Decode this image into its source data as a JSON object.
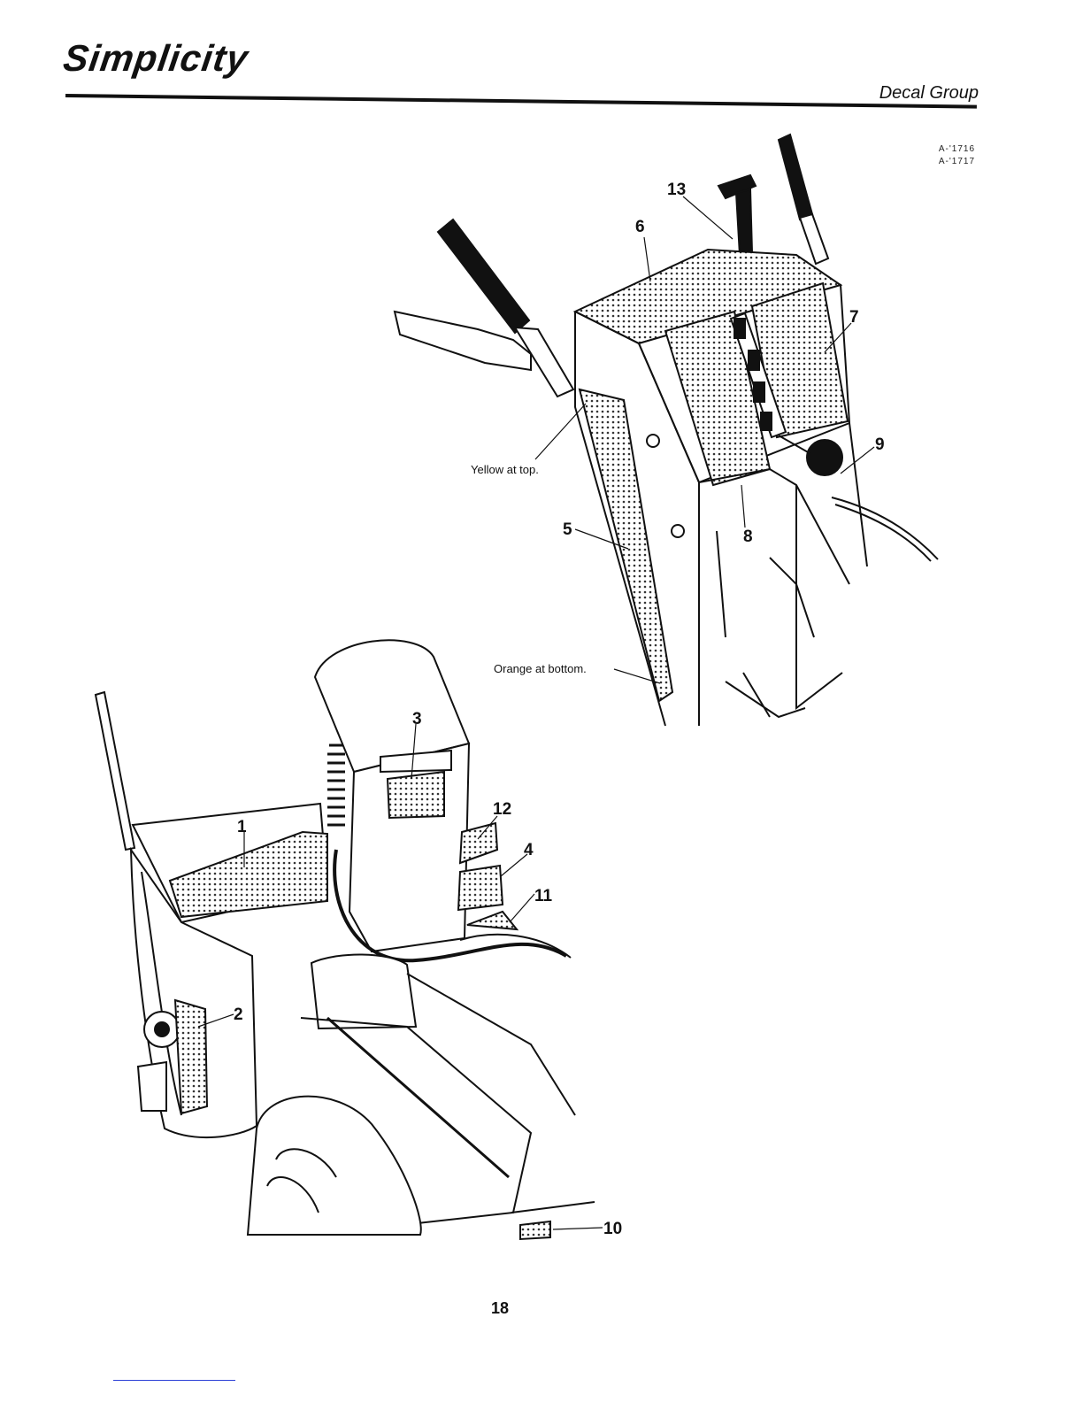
{
  "header": {
    "brand": "Simplicity",
    "section_title": "Decal Group",
    "ref_codes": [
      "A-'1716",
      "A-'1717"
    ]
  },
  "callouts": {
    "c1": "1",
    "c2": "2",
    "c3": "3",
    "c4": "4",
    "c5": "5",
    "c6": "6",
    "c7": "7",
    "c8": "8",
    "c9": "9",
    "c10": "10",
    "c11": "11",
    "c12": "12",
    "c13": "13"
  },
  "notes": {
    "yellow": "Yellow at top.",
    "orange": "Orange at bottom."
  },
  "footer": {
    "page_number": "18"
  },
  "colors": {
    "ink": "#111111",
    "link_line": "#2b3fd6"
  }
}
